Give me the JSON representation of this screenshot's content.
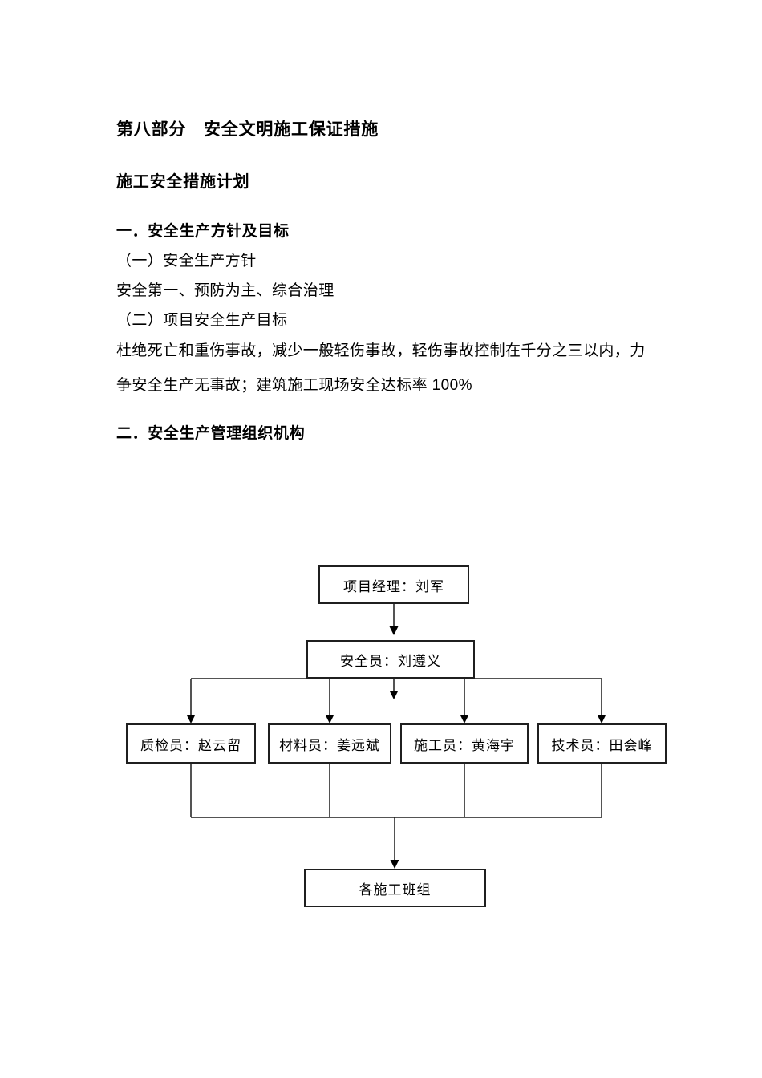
{
  "document": {
    "part_heading": "第八部分　安全文明施工保证措施",
    "plan_heading": "施工安全措施计划",
    "section1_heading": "一．安全生产方针及目标",
    "sub1_heading": "（一）安全生产方针",
    "policy_text": "安全第一、预防为主、综合治理",
    "sub2_heading": "（二）项目安全生产目标",
    "objective_line1": "杜绝死亡和重伤事故，减少一般轻伤事故，轻伤事故控制在千分之三以内，力",
    "objective_line2": "争安全生产无事故；建筑施工现场安全达标率 100%",
    "section2_heading": "二．安全生产管理组织机构"
  },
  "chart_data": {
    "type": "diagram",
    "title": "安全生产管理组织机构",
    "nodes": [
      {
        "id": "project-manager",
        "label": "项目经理：刘军",
        "role": "项目经理",
        "name": "刘军",
        "level": 1
      },
      {
        "id": "safety-officer",
        "label": "安全员：刘遵义",
        "role": "安全员",
        "name": "刘遵义",
        "level": 2
      },
      {
        "id": "quality-inspector",
        "label": "质检员：赵云留",
        "role": "质检员",
        "name": "赵云留",
        "level": 3
      },
      {
        "id": "material-clerk",
        "label": "材料员：姜远斌",
        "role": "材料员",
        "name": "姜远斌",
        "level": 3
      },
      {
        "id": "construction-clerk",
        "label": "施工员：黄海宇",
        "role": "施工员",
        "name": "黄海宇",
        "level": 3
      },
      {
        "id": "technician",
        "label": "技术员：田会峰",
        "role": "技术员",
        "name": "田会峰",
        "level": 3
      },
      {
        "id": "construction-teams",
        "label": "各施工班组",
        "role": "各施工班组",
        "name": "",
        "level": 4
      }
    ],
    "edges": [
      {
        "from": "project-manager",
        "to": "safety-officer"
      },
      {
        "from": "safety-officer",
        "to": "quality-inspector"
      },
      {
        "from": "safety-officer",
        "to": "material-clerk"
      },
      {
        "from": "safety-officer",
        "to": "construction-clerk"
      },
      {
        "from": "safety-officer",
        "to": "technician"
      },
      {
        "from": "quality-inspector",
        "to": "construction-teams"
      },
      {
        "from": "material-clerk",
        "to": "construction-teams"
      },
      {
        "from": "construction-clerk",
        "to": "construction-teams"
      },
      {
        "from": "technician",
        "to": "construction-teams"
      }
    ],
    "colors": {
      "box_border": "#1f1f1f",
      "box_fill": "#ffffff",
      "line": "#1a1a1a",
      "text": "#000000"
    }
  }
}
